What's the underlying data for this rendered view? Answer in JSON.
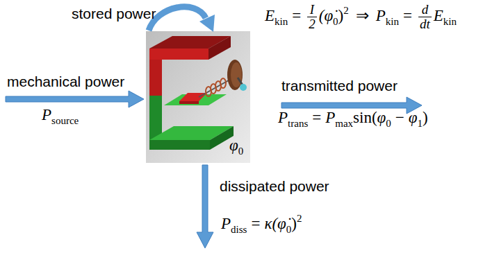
{
  "diagram": {
    "labels": [
      "stored power",
      "E",
      "kin",
      "=",
      "I",
      "2",
      "(φ̇",
      "0",
      ")",
      "2",
      "⇒",
      "P",
      "kin",
      "=",
      "d",
      "dt",
      "E",
      "kin",
      "mechanical power",
      "P",
      "source",
      "transmitted power",
      "P",
      "trans",
      "=",
      "P",
      "max",
      "sin(",
      "φ",
      "0",
      "−",
      "φ",
      "1",
      ")",
      "dissipated power",
      "P",
      "diss",
      "=",
      "κ(φ̇",
      "0",
      ")",
      "2",
      "φ",
      "0"
    ]
  }
}
